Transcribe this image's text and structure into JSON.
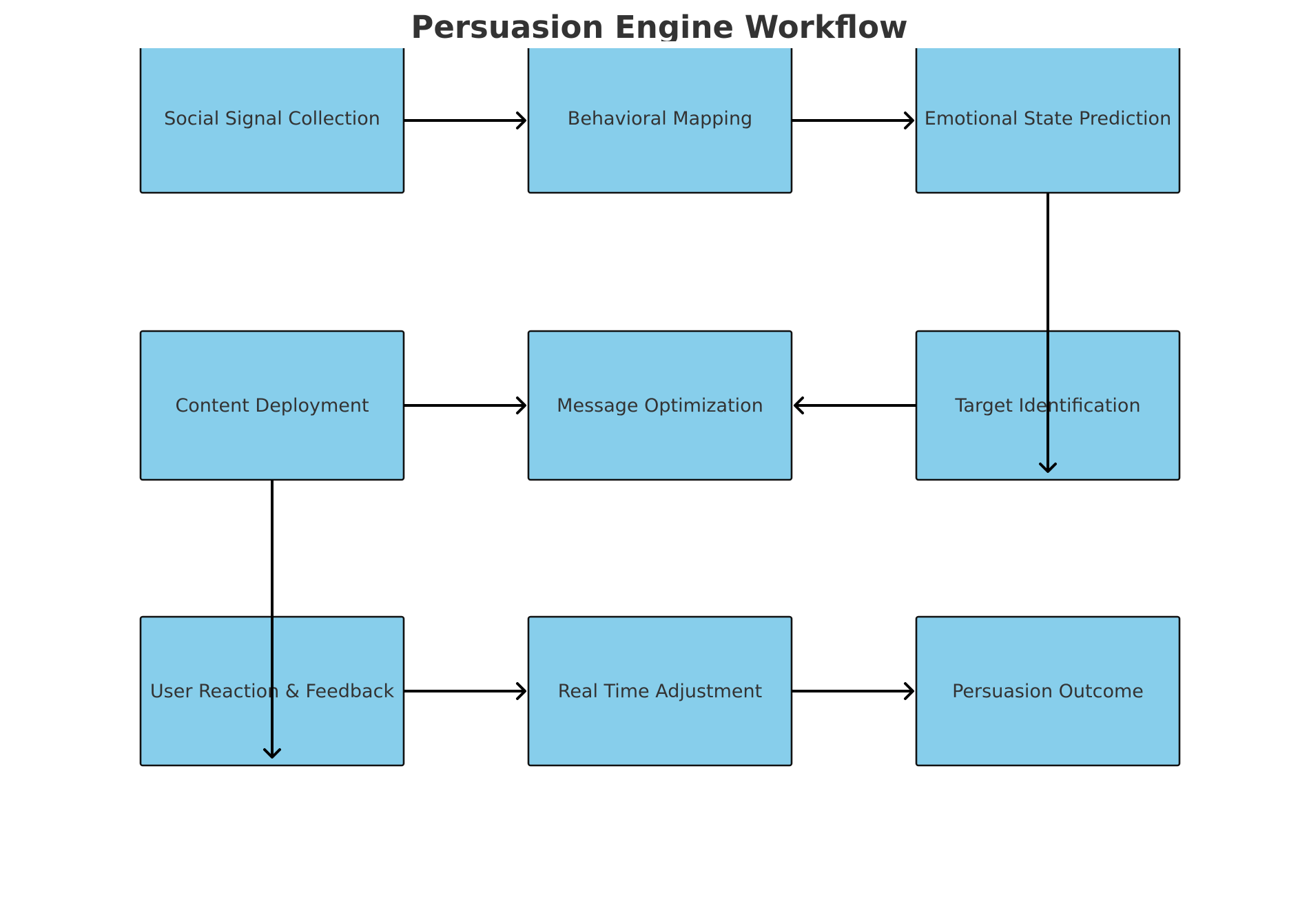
{
  "diagram": {
    "title": "Persuasion Engine Workflow",
    "colors": {
      "node_fill": "#87CEEB",
      "node_border": "#111111",
      "text": "#333333",
      "arrow": "#000000"
    },
    "nodes": [
      {
        "id": "social-signal-collection",
        "label": "Social Signal Collection"
      },
      {
        "id": "behavioral-mapping",
        "label": "Behavioral Mapping"
      },
      {
        "id": "emotional-state-prediction",
        "label": "Emotional State Prediction"
      },
      {
        "id": "content-deployment",
        "label": "Content Deployment"
      },
      {
        "id": "message-optimization",
        "label": "Message Optimization"
      },
      {
        "id": "target-identification",
        "label": "Target Identification"
      },
      {
        "id": "user-reaction-feedback",
        "label": "User Reaction & Feedback"
      },
      {
        "id": "real-time-adjustment",
        "label": "Real Time Adjustment"
      },
      {
        "id": "persuasion-outcome",
        "label": "Persuasion Outcome"
      }
    ],
    "edges": [
      {
        "from": "social-signal-collection",
        "to": "behavioral-mapping"
      },
      {
        "from": "behavioral-mapping",
        "to": "emotional-state-prediction"
      },
      {
        "from": "emotional-state-prediction",
        "to": "target-identification"
      },
      {
        "from": "target-identification",
        "to": "message-optimization"
      },
      {
        "from": "content-deployment",
        "to": "message-optimization"
      },
      {
        "from": "content-deployment",
        "to": "user-reaction-feedback"
      },
      {
        "from": "user-reaction-feedback",
        "to": "real-time-adjustment"
      },
      {
        "from": "real-time-adjustment",
        "to": "persuasion-outcome"
      }
    ]
  }
}
